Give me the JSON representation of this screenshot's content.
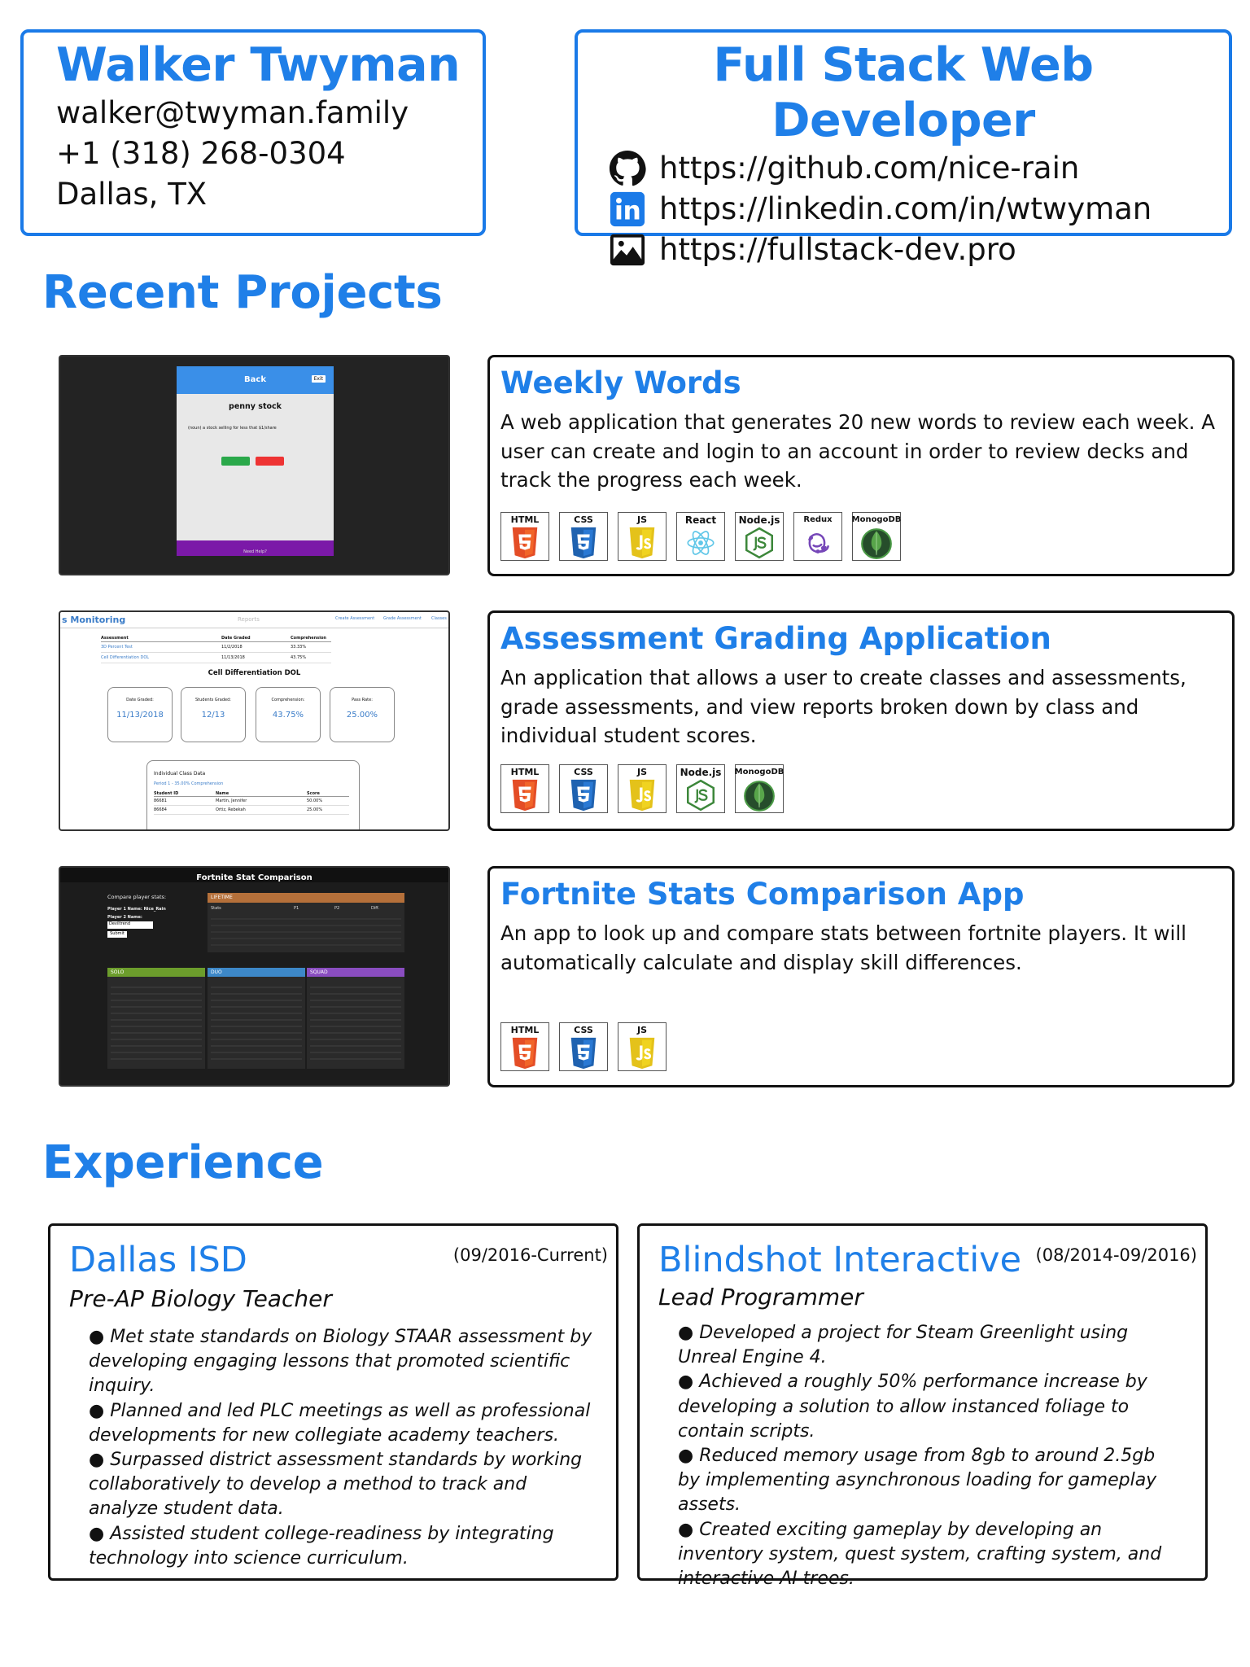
{
  "header": {
    "name": "Walker Twyman",
    "email": "walker@twyman.family",
    "phone": "+1 (318) 268-0304",
    "location": "Dallas, TX",
    "role": "Full Stack Web Developer",
    "links": [
      {
        "icon": "github-icon",
        "url": "https://github.com/nice-rain"
      },
      {
        "icon": "linkedin-icon",
        "url": "https://linkedin.com/in/wtwyman"
      },
      {
        "icon": "image-icon",
        "url": "https://fullstack-dev.pro"
      }
    ]
  },
  "sections": {
    "projects": "Recent Projects",
    "experience": "Experience"
  },
  "projects": [
    {
      "title": "Weekly Words",
      "description": "A web application that generates 20 new words to review each week. A user can create and login to an account in order to review decks and track the progress each week.",
      "tech": [
        "HTML",
        "CSS",
        "JS",
        "React",
        "Node.js",
        "Redux",
        "MonogoDB"
      ],
      "screenshot": {
        "header": "Back",
        "header_button": "Exit",
        "word": "penny stock",
        "definition": "(noun) a stock selling for less that $1/share",
        "footer": "Need Help?"
      }
    },
    {
      "title": "Assessment Grading Application",
      "description": "An application that allows a user to create classes and assessments, grade assessments, and view reports broken down by class and individual student scores.",
      "tech": [
        "HTML",
        "CSS",
        "JS",
        "Node.js",
        "MonogoDB"
      ],
      "screenshot": {
        "brand": "s Monitoring",
        "nav": [
          "Reports",
          "Create Assessment",
          "Grade Assessment",
          "Classes"
        ],
        "table_headers": [
          "Assessment",
          "Date Graded",
          "Comprehension"
        ],
        "table_rows": [
          [
            "3D Percent Test",
            "11/2/2018",
            "33.33%"
          ],
          [
            "Cell Differentiation DOL",
            "11/13/2018",
            "43.75%"
          ]
        ],
        "heading": "Cell Differentiation DOL",
        "stats": [
          {
            "label": "Date Graded:",
            "value": "11/13/2018"
          },
          {
            "label": "Students Graded:",
            "value": "12/13"
          },
          {
            "label": "Comprehension:",
            "value": "43.75%"
          },
          {
            "label": "Pass Rate:",
            "value": "25.00%"
          }
        ],
        "class_title": "Individual Class Data",
        "period": "Period 1 - 35.00% Comprehension",
        "student_headers": [
          "Student ID",
          "Name",
          "Score"
        ],
        "students": [
          [
            "86681",
            "Martin, Jennifer",
            "50.00%"
          ],
          [
            "86684",
            "Ortiz, Rebekah",
            "25.00%"
          ]
        ]
      }
    },
    {
      "title": "Fortnite Stats Comparison App",
      "description": "An app to look up and compare stats between fortnite players. It will automatically calculate and display skill differences.",
      "tech": [
        "HTML",
        "CSS",
        "JS"
      ],
      "screenshot": {
        "title": "Fortnite Stat Comparison",
        "compare": "Compare player stats:",
        "p1": "Player 1 Name: Nice_Rain",
        "p2": "Player 2 Name:",
        "input": "Deviltrend",
        "submit": "Submit",
        "panels": [
          {
            "name": "LIFETIME",
            "color": "#b5703a"
          },
          {
            "name": "SOLO",
            "color": "#6c9d2c"
          },
          {
            "name": "DUO",
            "color": "#3d88c8"
          },
          {
            "name": "SQUAD",
            "color": "#8a4dc0"
          }
        ],
        "cols": [
          "Stats",
          "P1",
          "P2",
          "Diff."
        ]
      }
    }
  ],
  "experience": [
    {
      "org": "Dallas ISD",
      "dates": "(09/2016-Current)",
      "role": "Pre-AP Biology Teacher",
      "bullets": [
        "● Met state standards on Biology STAAR assessment by developing engaging lessons that promoted scientific inquiry.",
        "● Planned and led PLC meetings as well as professional developments for new collegiate academy teachers.",
        "● Surpassed district assessment standards by working collaboratively to develop a method to track and analyze student data.",
        "● Assisted student college-readiness by integrating technology into science curriculum."
      ]
    },
    {
      "org": "Blindshot Interactive",
      "dates": "(08/2014-09/2016)",
      "role": "Lead Programmer",
      "bullets": [
        "● Developed a project for Steam Greenlight using Unreal Engine 4.",
        "● Achieved a roughly 50% performance increase by developing a solution to allow instanced foliage to contain scripts.",
        "● Reduced memory usage from 8gb to around 2.5gb by implementing asynchronous loading for gameplay assets.",
        "● Created exciting gameplay by developing an inventory system, quest system, crafting system, and interactive AI trees."
      ]
    }
  ]
}
